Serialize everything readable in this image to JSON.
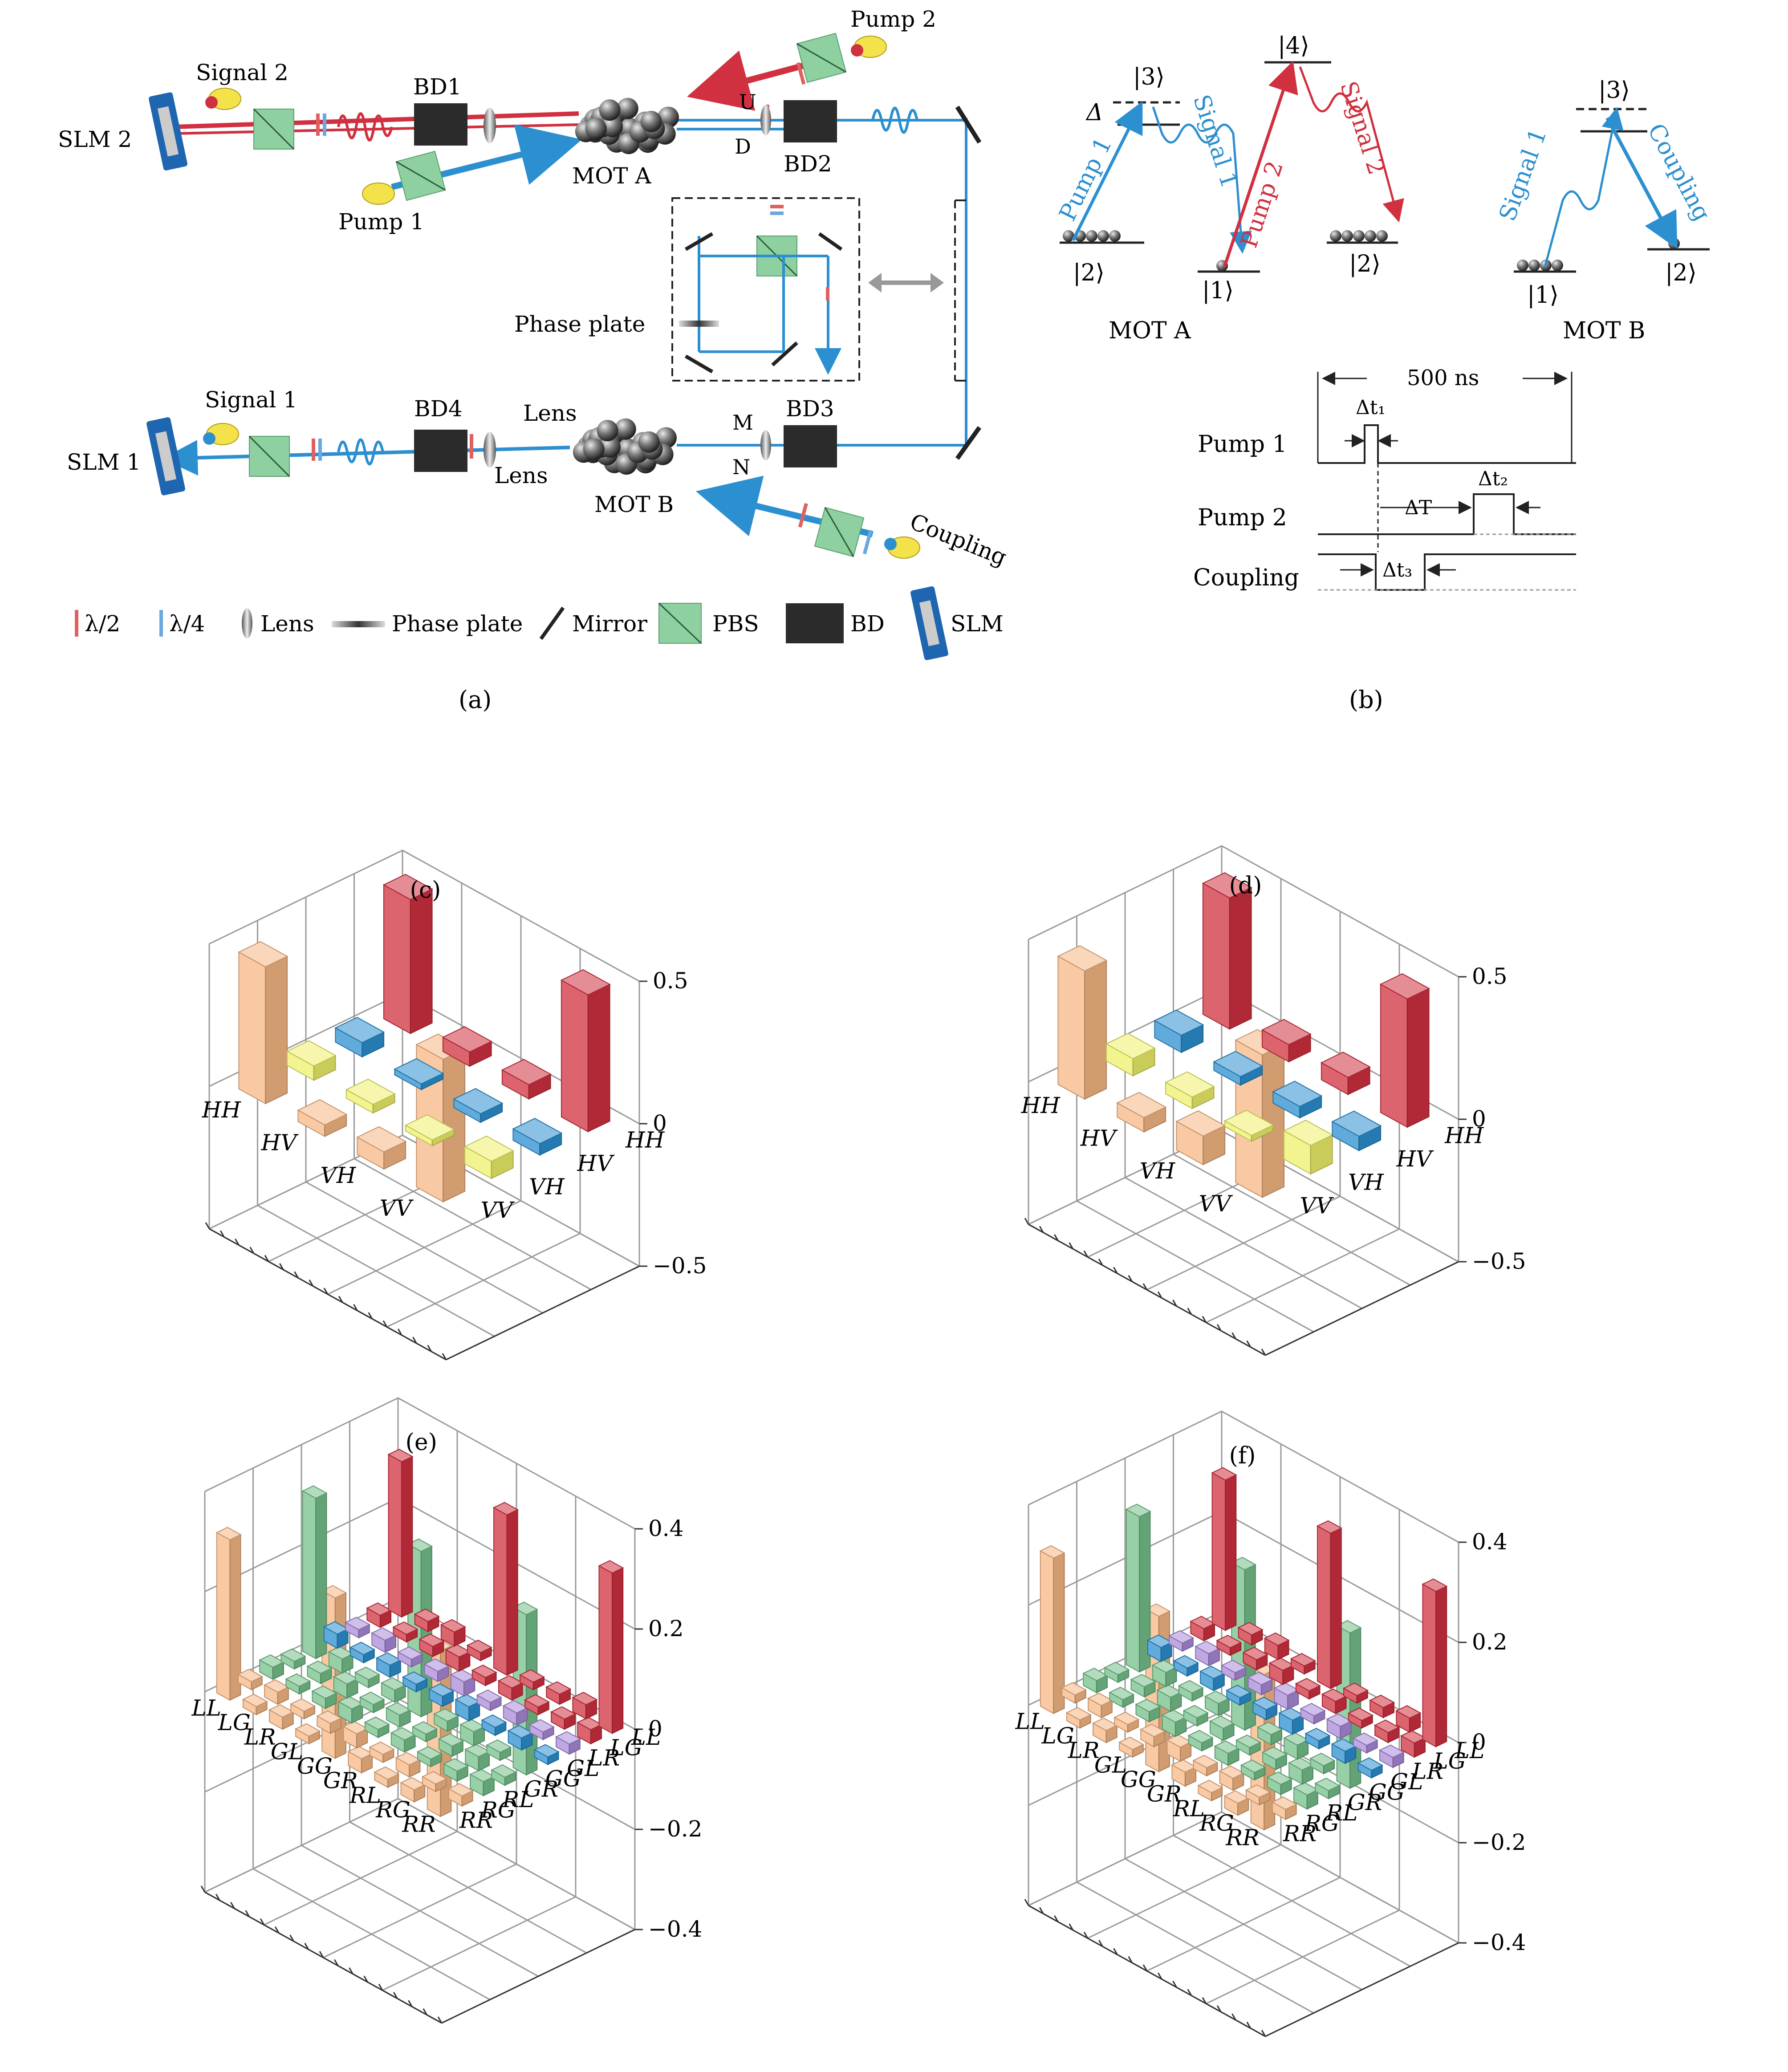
{
  "figure": {
    "panel_a": {
      "caption": "(a)",
      "labels": {
        "slm2": "SLM 2",
        "slm1": "SLM 1",
        "signal2": "Signal 2",
        "signal1": "Signal 1",
        "pump1": "Pump 1",
        "pump2": "Pump 2",
        "coupling": "Coupling",
        "bd1": "BD1",
        "bd2": "BD2",
        "bd3": "BD3",
        "bd4": "BD4",
        "mot_a": "MOT A",
        "mot_b": "MOT B",
        "u": "U",
        "d": "D",
        "m": "M",
        "n": "N",
        "lens_top": "Lens",
        "lens_bottom": "Lens",
        "phase_plate": "Phase plate"
      },
      "legend": {
        "half_wave": "λ/2",
        "quarter_wave": "λ/4",
        "lens": "Lens",
        "phase_plate": "Phase plate",
        "mirror": "Mirror",
        "pbs": "PBS",
        "bd": "BD",
        "slm": "SLM"
      }
    },
    "panel_b": {
      "caption": "(b)",
      "levels": {
        "l3": "|3⟩",
        "l4": "|4⟩",
        "l2": "|2⟩",
        "l1": "|1⟩",
        "delta": "Δ"
      },
      "transitions": {
        "pump1": "Pump 1",
        "signal1": "Signal 1",
        "pump2": "Pump 2",
        "signal2": "Signal 2",
        "coupling": "Coupling"
      },
      "mot_a": "MOT A",
      "mot_b": "MOT B",
      "timing": {
        "period": "500 ns",
        "pump1": "Pump 1",
        "pump2": "Pump 2",
        "coupling": "Coupling",
        "dt1": "Δt₁",
        "dt2": "Δt₂",
        "dt3": "Δt₃",
        "dT": "ΔT"
      }
    },
    "colors": {
      "red": "#d0303f",
      "blue": "#2b8fd0",
      "green": "#74c08a",
      "orange": "#f6b784",
      "yellow": "#eef06a",
      "purple": "#a98ad8",
      "grid": "#9a9a9a"
    }
  },
  "chart_data": [
    {
      "type": "bar3d",
      "panel": "(c)",
      "basis": [
        "HH",
        "HV",
        "VH",
        "VV"
      ],
      "zticks": [
        "0.5",
        "0",
        "−0.5"
      ],
      "zlim": [
        -0.5,
        0.5
      ],
      "values": [
        [
          0.47,
          0.05,
          0.05,
          0.48
        ],
        [
          0.05,
          0.02,
          0.03,
          0.04
        ],
        [
          0.05,
          0.03,
          0.02,
          0.06
        ],
        [
          0.48,
          0.04,
          0.06,
          0.5
        ]
      ]
    },
    {
      "type": "bar3d",
      "panel": "(d)",
      "basis": [
        "HH",
        "HV",
        "VH",
        "VV"
      ],
      "zticks": [
        "0.5",
        "0",
        "−0.5"
      ],
      "zlim": [
        -0.5,
        0.5
      ],
      "values": [
        [
          0.46,
          0.06,
          0.06,
          0.45
        ],
        [
          0.06,
          0.03,
          0.04,
          0.05
        ],
        [
          0.06,
          0.04,
          0.02,
          0.1
        ],
        [
          0.45,
          0.05,
          0.1,
          0.5
        ]
      ]
    },
    {
      "type": "bar3d",
      "panel": "(e)",
      "basis": [
        "LL",
        "LG",
        "LR",
        "GL",
        "GG",
        "GR",
        "RL",
        "RG",
        "RR"
      ],
      "zticks": [
        "0.4",
        "0.2",
        "0",
        "−0.2",
        "−0.4"
      ],
      "zlim": [
        -0.4,
        0.4
      ],
      "diagonal": [
        0.31,
        0.01,
        0.01,
        0.01,
        0.33,
        0.01,
        0.01,
        0.01,
        0.33
      ],
      "coherence": 0.32
    },
    {
      "type": "bar3d",
      "panel": "(f)",
      "basis": [
        "LL",
        "LG",
        "LR",
        "GL",
        "GG",
        "GR",
        "RL",
        "RG",
        "RR"
      ],
      "zticks": [
        "0.4",
        "0.2",
        "0",
        "−0.2",
        "−0.4"
      ],
      "zlim": [
        -0.4,
        0.4
      ],
      "diagonal": [
        0.3,
        0.01,
        0.01,
        0.01,
        0.32,
        0.01,
        0.01,
        0.01,
        0.31
      ],
      "coherence": 0.31
    }
  ]
}
